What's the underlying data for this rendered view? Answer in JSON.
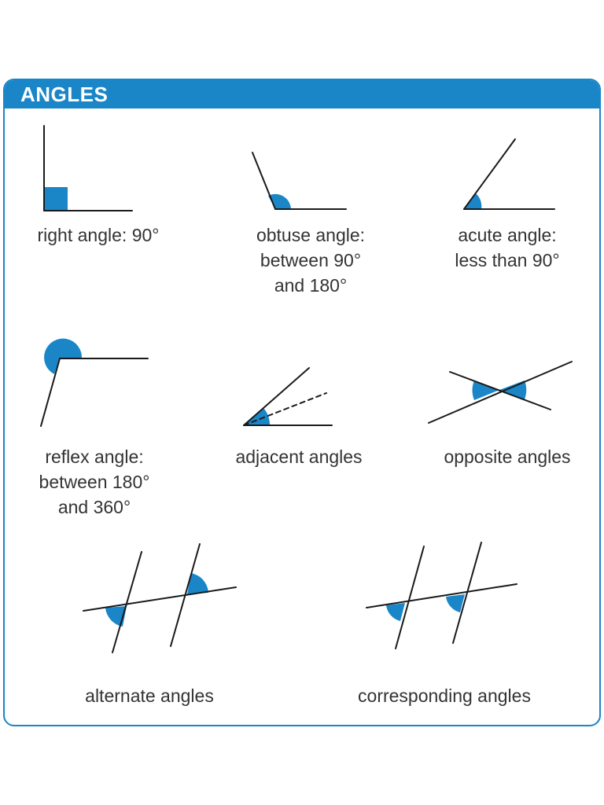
{
  "header": {
    "title": "ANGLES"
  },
  "colors": {
    "accent": "#1a86c8",
    "stroke": "#1a1a1a",
    "text": "#333333"
  },
  "labels": {
    "right": "right angle: 90°",
    "obtuse": "obtuse angle:\nbetween 90°\nand 180°",
    "acute": "acute angle:\nless than 90°",
    "reflex": "reflex angle:\nbetween 180°\nand 360°",
    "adjacent": "adjacent angles",
    "opposite": "opposite angles",
    "alternate": "alternate angles",
    "corresponding": "corresponding angles"
  }
}
